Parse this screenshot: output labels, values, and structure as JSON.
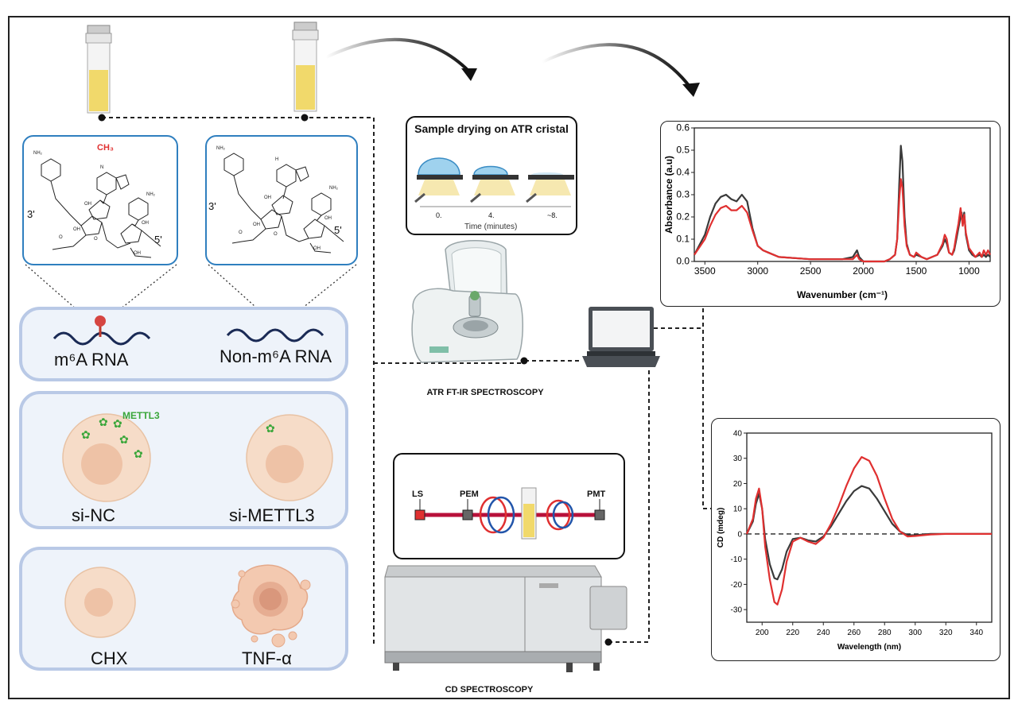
{
  "left_panel": {
    "rna_labels": {
      "m6a_label": "m⁶A RNA",
      "non_m6a_label": "Non-m⁶A RNA"
    },
    "methyl_label": "CH₃",
    "prime_3_left": "3'",
    "prime_5_left": "5'",
    "prime_3_right": "3'",
    "prime_5_right": "5'",
    "cell_labels": {
      "si_nc": "si-NC",
      "si_mettl3": "si-METTL3",
      "chx": "CHX",
      "tnf": "TNF-α"
    },
    "mettl3_label": "METTL3"
  },
  "atr_section": {
    "inset_title": "Sample drying on ATR cristal",
    "time_ticks": [
      "0.",
      "4.",
      "~8."
    ],
    "time_axis_label": "Time (minutes)",
    "instrument_label": "ATR FT-IR SPECTROSCOPY"
  },
  "cd_section": {
    "components": [
      "LS",
      "PEM",
      "PMT"
    ],
    "instrument_label": "CD SPECTROSCOPY"
  },
  "colors": {
    "dark_series": "#3a3a3a",
    "red_series": "#e03030",
    "box_blue": "#2f7fbf",
    "panel_border": "#b9c9e6"
  },
  "chart_data": [
    {
      "type": "line",
      "xlabel": "Wavenumber (cm⁻¹)",
      "ylabel": "Absorbance (a.u)",
      "xlim": [
        3600,
        800
      ],
      "ylim": [
        0,
        0.6
      ],
      "xticks": [
        3500,
        3000,
        2500,
        2000,
        1500,
        1000
      ],
      "yticks": [
        "0.0",
        "0.1",
        "0.2",
        "0.3",
        "0.4",
        "0.5",
        "0.6"
      ],
      "series": [
        {
          "color": "#3a3a3a",
          "x": [
            3600,
            3500,
            3450,
            3400,
            3350,
            3300,
            3250,
            3200,
            3150,
            3100,
            3050,
            3000,
            2950,
            2900,
            2800,
            2500,
            2200,
            2100,
            2060,
            2040,
            2000,
            1800,
            1750,
            1700,
            1680,
            1660,
            1645,
            1630,
            1610,
            1590,
            1560,
            1520,
            1500,
            1450,
            1400,
            1350,
            1300,
            1250,
            1230,
            1210,
            1190,
            1160,
            1140,
            1120,
            1100,
            1080,
            1070,
            1060,
            1045,
            1030,
            1000,
            970,
            940,
            900,
            880,
            860,
            840,
            820,
            800
          ],
          "y": [
            0.03,
            0.12,
            0.2,
            0.26,
            0.29,
            0.3,
            0.28,
            0.27,
            0.3,
            0.27,
            0.15,
            0.07,
            0.05,
            0.04,
            0.02,
            0.01,
            0.01,
            0.02,
            0.05,
            0.02,
            0.0,
            0.0,
            0.01,
            0.03,
            0.1,
            0.35,
            0.52,
            0.45,
            0.2,
            0.08,
            0.03,
            0.02,
            0.03,
            0.02,
            0.01,
            0.02,
            0.03,
            0.07,
            0.1,
            0.08,
            0.04,
            0.03,
            0.05,
            0.1,
            0.15,
            0.2,
            0.22,
            0.18,
            0.22,
            0.12,
            0.05,
            0.03,
            0.02,
            0.03,
            0.02,
            0.03,
            0.02,
            0.03,
            0.02
          ]
        },
        {
          "color": "#e03030",
          "x": [
            3600,
            3500,
            3450,
            3400,
            3350,
            3300,
            3250,
            3200,
            3150,
            3100,
            3050,
            3000,
            2950,
            2900,
            2800,
            2500,
            2200,
            2100,
            2060,
            2040,
            2000,
            1800,
            1750,
            1700,
            1680,
            1660,
            1645,
            1630,
            1610,
            1590,
            1560,
            1520,
            1500,
            1450,
            1400,
            1350,
            1300,
            1250,
            1230,
            1210,
            1190,
            1160,
            1140,
            1120,
            1100,
            1080,
            1070,
            1060,
            1045,
            1030,
            1000,
            970,
            940,
            900,
            880,
            860,
            840,
            820,
            800
          ],
          "y": [
            0.03,
            0.1,
            0.16,
            0.21,
            0.24,
            0.25,
            0.23,
            0.23,
            0.25,
            0.22,
            0.14,
            0.07,
            0.05,
            0.04,
            0.02,
            0.01,
            0.01,
            0.01,
            0.03,
            0.01,
            0.0,
            0.0,
            0.01,
            0.03,
            0.1,
            0.28,
            0.37,
            0.33,
            0.16,
            0.07,
            0.03,
            0.02,
            0.04,
            0.02,
            0.01,
            0.02,
            0.03,
            0.08,
            0.12,
            0.1,
            0.04,
            0.03,
            0.06,
            0.12,
            0.17,
            0.24,
            0.2,
            0.16,
            0.21,
            0.13,
            0.06,
            0.04,
            0.02,
            0.04,
            0.02,
            0.05,
            0.03,
            0.05,
            0.03
          ]
        }
      ]
    },
    {
      "type": "line",
      "xlabel": "Wavelength  (nm)",
      "ylabel": "CD  (mdeg)",
      "xlim": [
        190,
        350
      ],
      "ylim": [
        -35,
        40
      ],
      "xticks": [
        200,
        220,
        240,
        260,
        280,
        300,
        320,
        340
      ],
      "yticks": [
        -30,
        -20,
        -10,
        0,
        10,
        20,
        30,
        40
      ],
      "zero_line": "dashed",
      "series": [
        {
          "color": "#3a3a3a",
          "x": [
            190,
            194,
            196,
            198,
            200,
            202,
            205,
            208,
            210,
            213,
            216,
            220,
            225,
            230,
            235,
            240,
            245,
            250,
            255,
            260,
            265,
            270,
            275,
            280,
            285,
            290,
            295,
            300,
            310,
            320,
            330,
            340,
            350
          ],
          "y": [
            0,
            5,
            12,
            16,
            10,
            -2,
            -12,
            -17.5,
            -18,
            -14,
            -7,
            -2,
            -1.5,
            -2.5,
            -3,
            -1,
            3,
            8,
            13,
            17,
            19,
            18,
            14,
            9,
            4,
            1,
            -0.5,
            -0.5,
            0,
            0,
            0,
            0,
            0
          ]
        },
        {
          "color": "#e03030",
          "x": [
            190,
            194,
            196,
            198,
            200,
            202,
            205,
            208,
            210,
            213,
            216,
            220,
            225,
            230,
            235,
            240,
            245,
            250,
            255,
            260,
            265,
            270,
            275,
            280,
            285,
            290,
            295,
            300,
            310,
            320,
            330,
            340,
            350
          ],
          "y": [
            0,
            6,
            14,
            18,
            10,
            -5,
            -18,
            -27,
            -28,
            -22,
            -11,
            -3,
            -1.5,
            -3,
            -4,
            -1.5,
            4,
            11,
            19,
            26,
            30.5,
            29,
            23,
            14,
            6,
            1,
            -1,
            -0.8,
            -0.2,
            0,
            0,
            0,
            0
          ]
        }
      ]
    }
  ]
}
